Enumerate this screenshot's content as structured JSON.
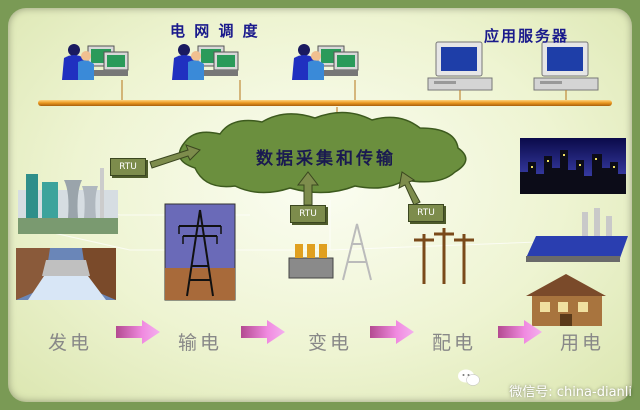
{
  "top": {
    "dispatch_label": "电 网 调 度",
    "server_label": "应用服务器"
  },
  "center": {
    "cloud_label": "数据采集和传输",
    "rtu_labels": [
      "RTU",
      "RTU",
      "RTU"
    ]
  },
  "flow": {
    "stages": [
      "发电",
      "输电",
      "变电",
      "配电",
      "用电"
    ]
  },
  "watermark": {
    "icon": "wechat-icon",
    "text": "微信号: china-dianli"
  },
  "colors": {
    "bus_line": "#e89a24",
    "cloud": "#6b8f3e",
    "rtu": "#7d8c4c",
    "arrow": "#e060c0",
    "label_blue": "#1a1a8c"
  }
}
